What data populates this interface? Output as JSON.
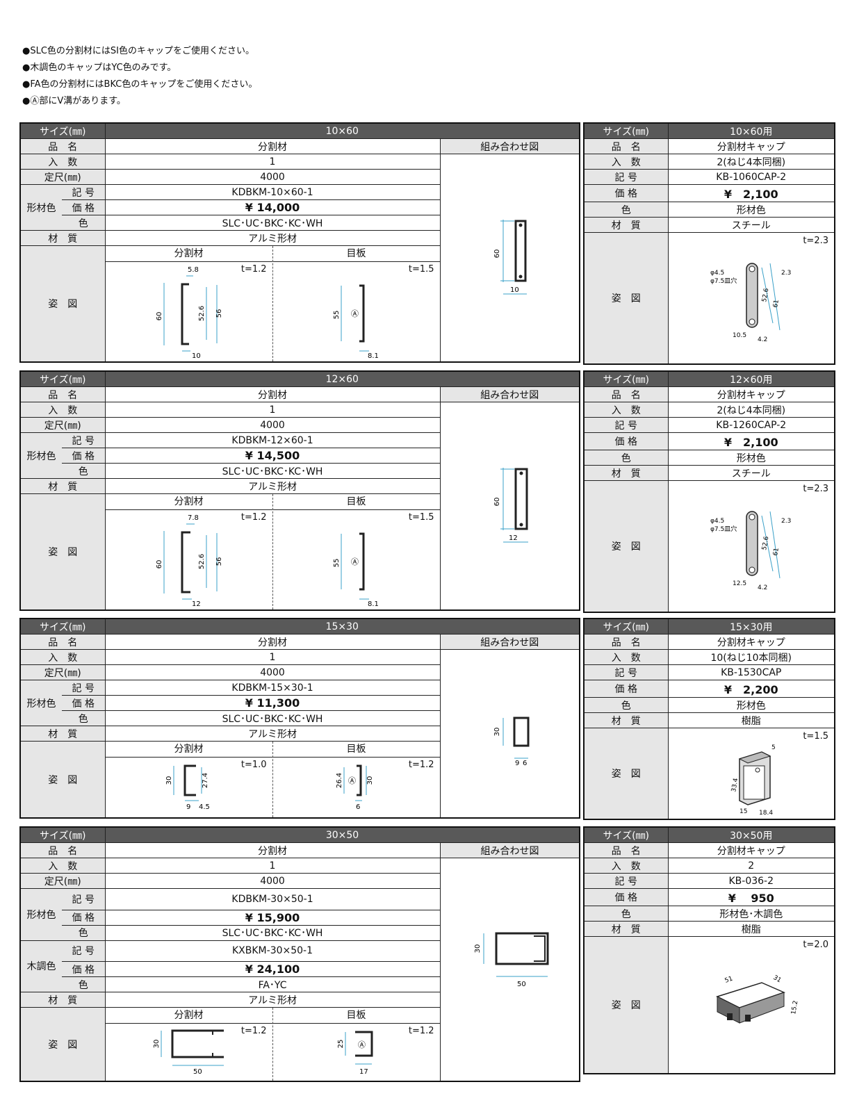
{
  "notes": [
    "●SLC色の分割材にはSI色のキャップをご使用ください。",
    "●木調色のキャップはYC色のみです。",
    "●FA色の分割材にはBKC色のキャップをご使用ください。",
    "●Ⓐ部にV溝があります。"
  ],
  "labels": {
    "size": "サイズ(㎜)",
    "name": "品　名",
    "qty": "入　数",
    "length": "定尺(㎜)",
    "shape_color": "形材色",
    "wood_color": "木調色",
    "code": "記 号",
    "price": "価 格",
    "color": "色",
    "material": "材　質",
    "figure": "姿　図",
    "combo": "組み合わせ図",
    "divider": "分割材",
    "eyeplate": "目板",
    "cap_color": "色"
  },
  "blocks": [
    {
      "size": "10×60",
      "name": "分割材",
      "qty": "1",
      "length": "4000",
      "code": "KDBKM-10×60-1",
      "price": "¥ 14,000",
      "colors": "SLC･UC･BKC･KC･WH",
      "material": "アルミ形材",
      "t_div": "t=1.2",
      "t_eye": "t=1.5",
      "div_dims": {
        "top": "5.8",
        "h": "60",
        "inner": "52.6",
        "outer": "56",
        "w": "10"
      },
      "eye_dims": {
        "h": "55",
        "a": "Ⓐ",
        "w": "8.1"
      },
      "combo_dims": {
        "h": "60",
        "w": "10"
      },
      "cap": {
        "size": "10×60用",
        "name": "分割材キャップ",
        "qty": "2(ねじ4本同梱)",
        "code": "KB-1060CAP-2",
        "price": "¥　2,100",
        "color": "形材色",
        "material": "スチール",
        "t": "t=2.3",
        "d1": "φ4.5",
        "d2": "φ7.5皿穴",
        "a": "2.3",
        "b": "52.6",
        "c": "61",
        "w": "10.5",
        "e": "4.2"
      }
    },
    {
      "size": "12×60",
      "name": "分割材",
      "qty": "1",
      "length": "4000",
      "code": "KDBKM-12×60-1",
      "price": "¥ 14,500",
      "colors": "SLC･UC･BKC･KC･WH",
      "material": "アルミ形材",
      "t_div": "t=1.2",
      "t_eye": "t=1.5",
      "div_dims": {
        "top": "7.8",
        "h": "60",
        "inner": "52.6",
        "outer": "56",
        "w": "12"
      },
      "eye_dims": {
        "h": "55",
        "a": "Ⓐ",
        "w": "8.1"
      },
      "combo_dims": {
        "h": "60",
        "w": "12"
      },
      "cap": {
        "size": "12×60用",
        "name": "分割材キャップ",
        "qty": "2(ねじ4本同梱)",
        "code": "KB-1260CAP-2",
        "price": "¥　2,100",
        "color": "形材色",
        "material": "スチール",
        "t": "t=2.3",
        "d1": "φ4.5",
        "d2": "φ7.5皿穴",
        "a": "2.3",
        "b": "52.6",
        "c": "61",
        "w": "12.5",
        "e": "4.2"
      }
    },
    {
      "size": "15×30",
      "name": "分割材",
      "qty": "1",
      "length": "4000",
      "code": "KDBKM-15×30-1",
      "price": "¥ 11,300",
      "colors": "SLC･UC･BKC･KC･WH",
      "material": "アルミ形材",
      "t_div": "t=1.0",
      "t_eye": "t=1.2",
      "div_dims": {
        "h": "30",
        "inner": "27.4",
        "w": "9",
        "lip": "4.5"
      },
      "eye_dims": {
        "h": "26.4",
        "a": "Ⓐ",
        "outer": "30",
        "w": "6"
      },
      "combo_dims": {
        "h": "30",
        "w1": "9",
        "w2": "6"
      },
      "cap": {
        "size": "15×30用",
        "name": "分割材キャップ",
        "qty": "10(ねじ10本同梱)",
        "code": "KB-1530CAP",
        "price": "¥　2,200",
        "color": "形材色",
        "material": "樹脂",
        "t": "t=1.5",
        "a": "5",
        "b": "33.4",
        "w": "15",
        "e": "18.4"
      }
    },
    {
      "size": "30×50",
      "name": "分割材",
      "qty": "1",
      "length": "4000",
      "code": "KDBKM-30×50-1",
      "price": "¥ 15,900",
      "colors": "SLC･UC･BKC･KC･WH",
      "wood_code": "KXBKM-30×50-1",
      "wood_price": "¥ 24,100",
      "wood_colors": "FA･YC",
      "material": "アルミ形材",
      "t_div": "t=1.2",
      "t_eye": "t=1.2",
      "div_dims": {
        "h": "30",
        "w": "50"
      },
      "eye_dims": {
        "h": "25",
        "a": "Ⓐ",
        "w": "17"
      },
      "combo_dims": {
        "h": "30",
        "w": "50"
      },
      "cap": {
        "size": "30×50用",
        "name": "分割材キャップ",
        "qty": "2",
        "code": "KB-036-2",
        "price": "¥　 950",
        "color": "形材色･木調色",
        "material": "樹脂",
        "t": "t=2.0",
        "a": "51",
        "b": "31",
        "c": "15.2"
      }
    }
  ]
}
